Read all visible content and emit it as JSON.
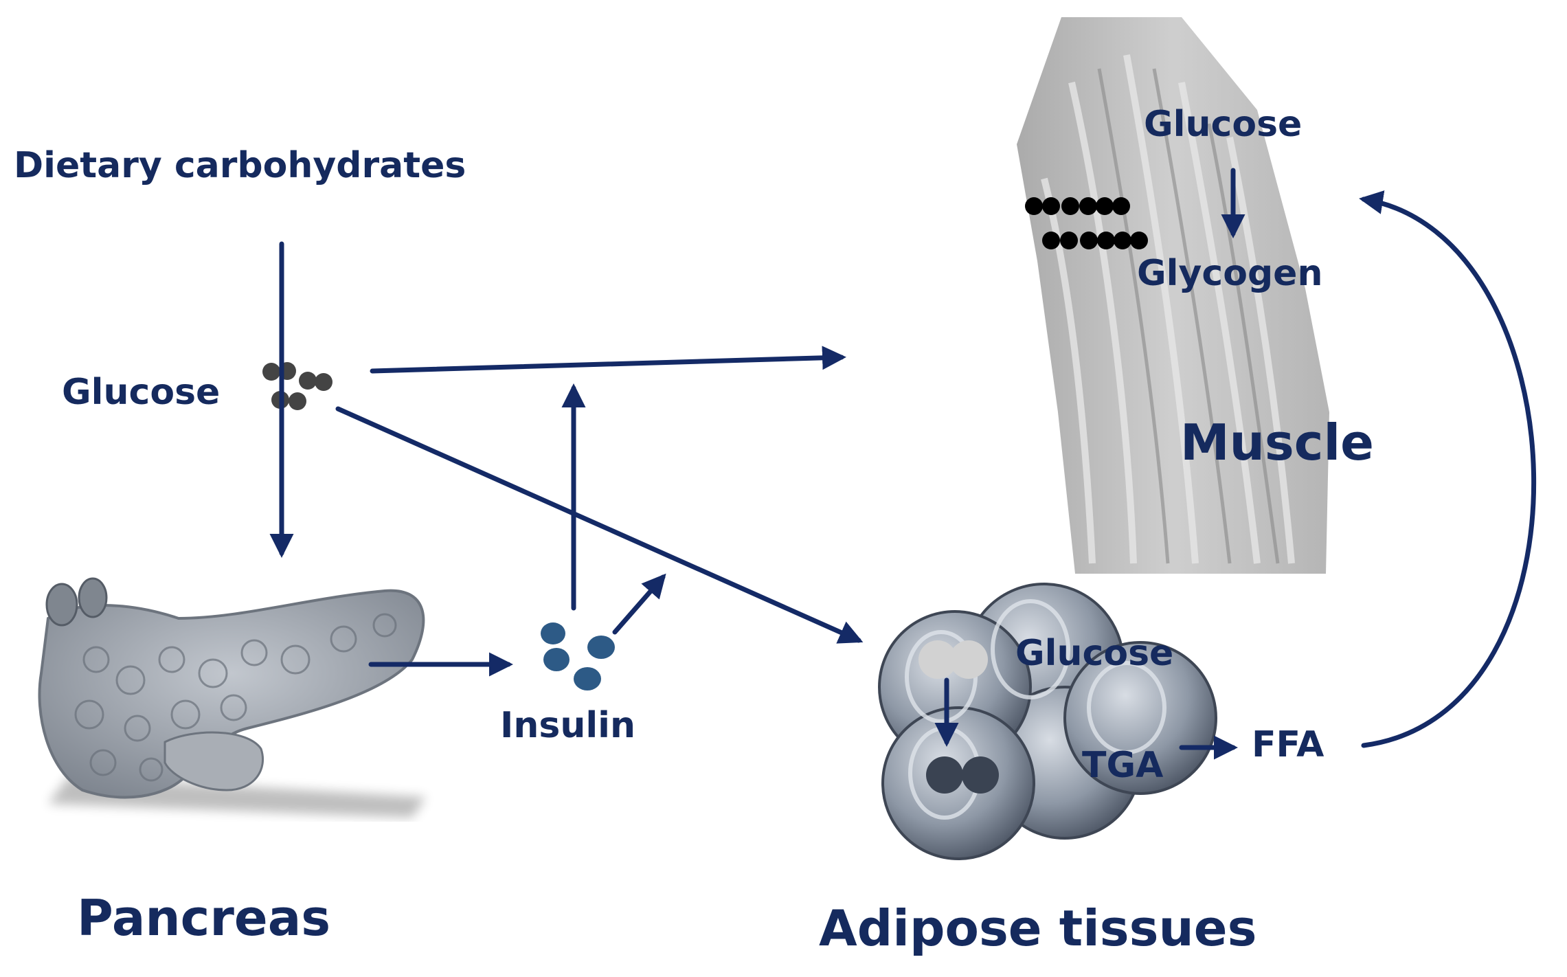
{
  "labels": {
    "dietary": "Dietary carbohydrates",
    "glucose_blood": "Glucose",
    "insulin": "Insulin",
    "pancreas": "Pancreas",
    "muscle_glucose": "Glucose",
    "glycogen": "Glycogen",
    "muscle": "Muscle",
    "adipose_glucose": "Glucose",
    "tga": "TGA",
    "ffa": "FFA",
    "adipose": "Adipose tissues"
  },
  "colors": {
    "arrow": "#142a66",
    "text": "#152a5e",
    "insulin_dot": "#2d5a86",
    "glucose_dot": "#444444",
    "glycogen_dot": "#000000",
    "organ_gray": "#9a9a9a"
  }
}
